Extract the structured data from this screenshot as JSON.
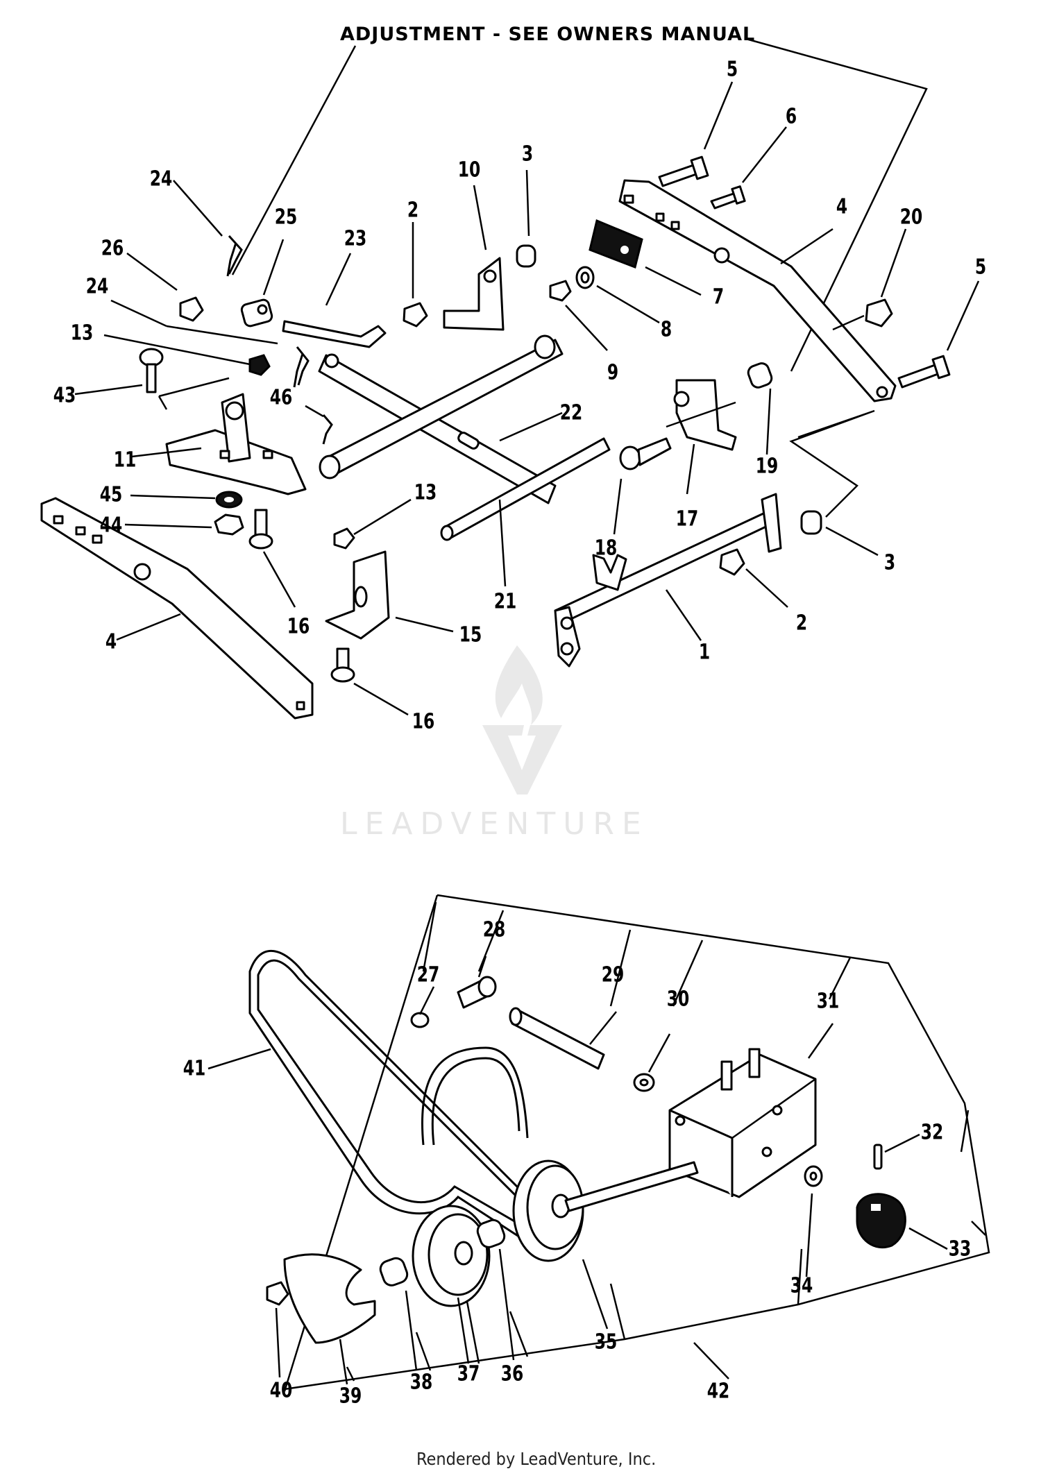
{
  "heading": "ADJUSTMENT - SEE OWNERS MANUAL",
  "footer": "Rendered by LeadVenture, Inc.",
  "watermark": "LEADVENTURE",
  "colors": {
    "line": "#000000",
    "background": "#ffffff",
    "watermark": "#e6e6e6"
  },
  "callouts": {
    "c5a": "5",
    "c6": "6",
    "c3a": "3",
    "c10": "10",
    "c2a": "2",
    "c4a": "4",
    "c20": "20",
    "c5b": "5",
    "c24a": "24",
    "c25": "25",
    "c26": "26",
    "c23": "23",
    "c24b": "24",
    "c7": "7",
    "c8": "8",
    "c9": "9",
    "c13a": "13",
    "c43": "43",
    "c46": "46",
    "c22": "22",
    "c19": "19",
    "c11": "11",
    "c45": "45",
    "c44": "44",
    "c13b": "13",
    "c17": "17",
    "c18": "18",
    "c3b": "3",
    "c21": "21",
    "c2b": "2",
    "c16a": "16",
    "c15": "15",
    "c4b": "4",
    "c1": "1",
    "c16b": "16",
    "c27": "27",
    "c28": "28",
    "c29": "29",
    "c30": "30",
    "c31": "31",
    "c41": "41",
    "c32": "32",
    "c33": "33",
    "c34": "34",
    "c35": "35",
    "c36": "36",
    "c37": "37",
    "c38": "38",
    "c39": "39",
    "c40": "40",
    "c42": "42"
  }
}
